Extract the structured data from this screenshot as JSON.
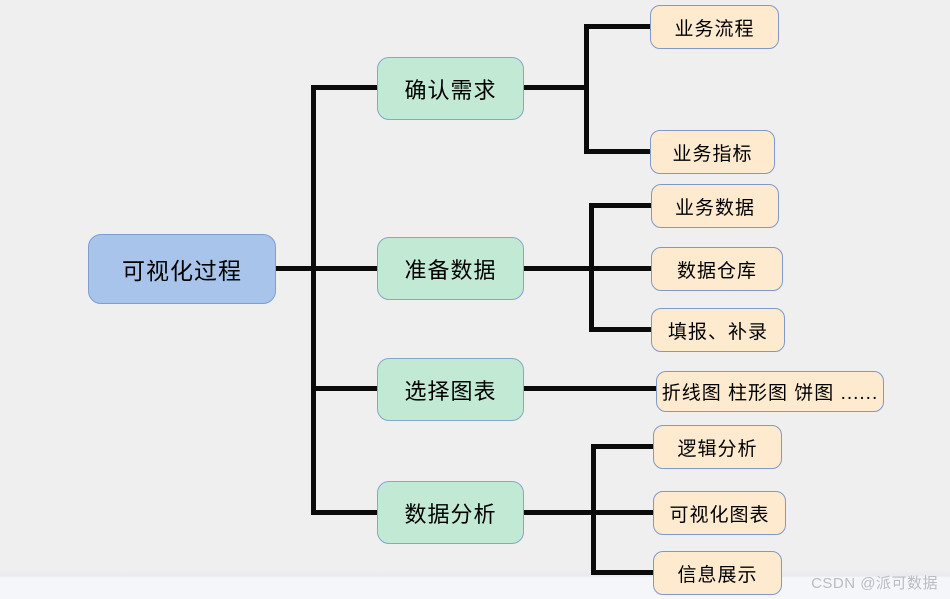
{
  "diagram": {
    "type": "mind-map",
    "title_node": "可视化过程",
    "background_color": "#efefef",
    "colors": {
      "root_fill": "#a8c4ea",
      "root_border": "#7e9ed2",
      "branch_fill": "#c2e9d4",
      "branch_border": "#83a8c9",
      "leaf_fill": "#fdeacf",
      "leaf_border": "#8099c8",
      "edge": "#0b0b0b"
    },
    "root": {
      "label": "可视化过程"
    },
    "branches": [
      {
        "label": "确认需求",
        "leaves": [
          {
            "label": "业务流程"
          },
          {
            "label": "业务指标"
          }
        ]
      },
      {
        "label": "准备数据",
        "leaves": [
          {
            "label": "业务数据"
          },
          {
            "label": "数据仓库"
          },
          {
            "label": "填报、补录"
          }
        ]
      },
      {
        "label": "选择图表",
        "leaves": [
          {
            "label": "折线图 柱形图 饼图 ......"
          }
        ]
      },
      {
        "label": "数据分析",
        "leaves": [
          {
            "label": "逻辑分析"
          },
          {
            "label": "可视化图表"
          },
          {
            "label": "信息展示"
          }
        ]
      }
    ]
  },
  "watermark": {
    "text": "CSDN @派可数据"
  }
}
